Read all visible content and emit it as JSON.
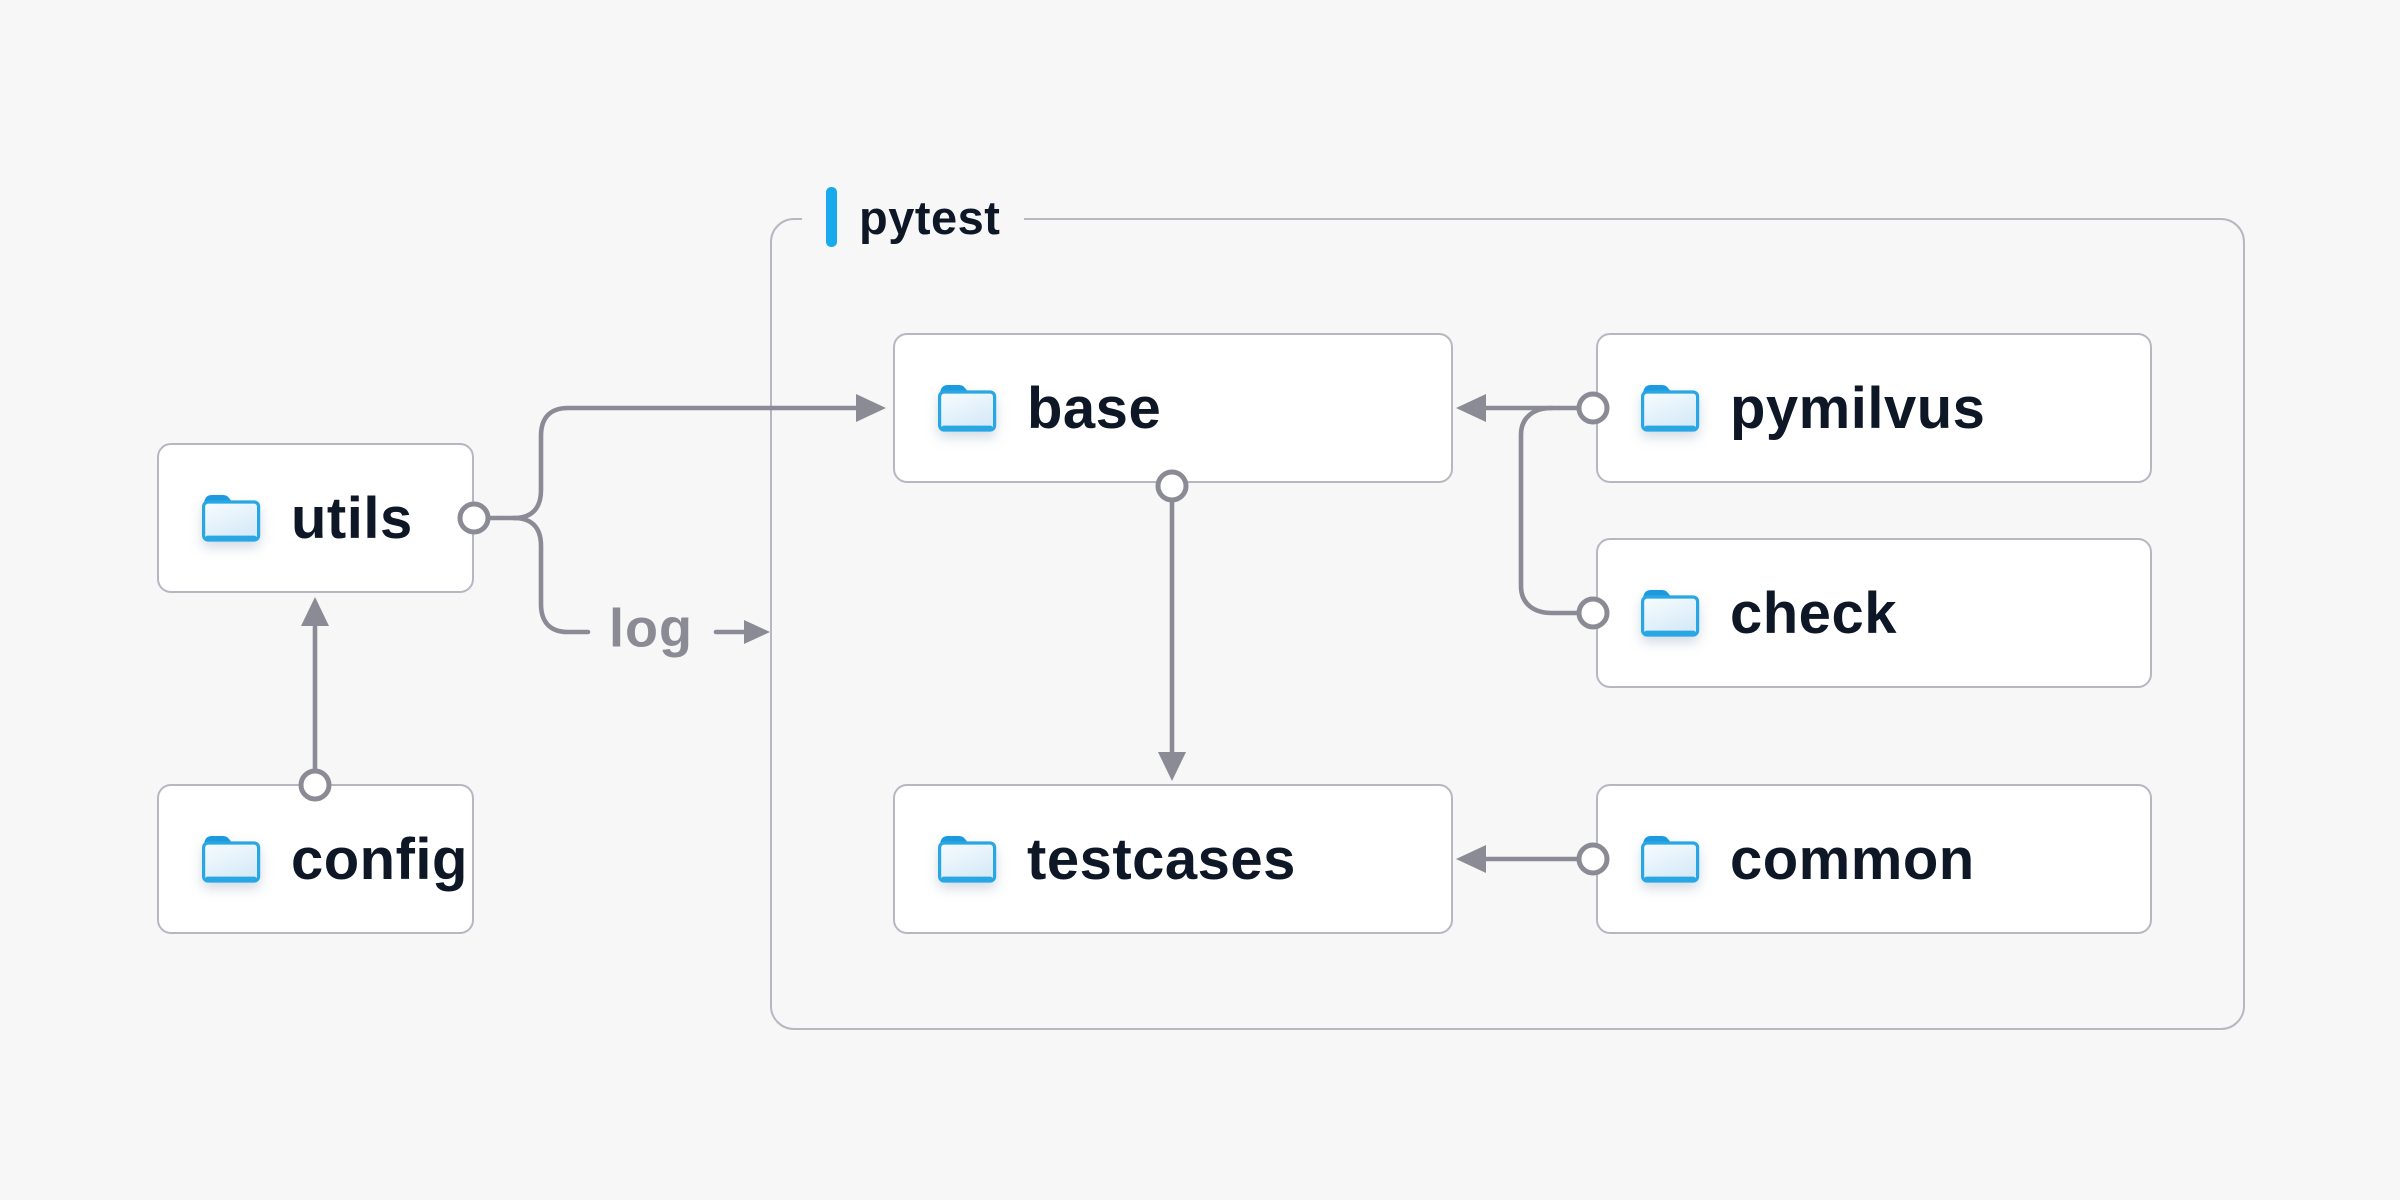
{
  "group": {
    "label": "pytest",
    "accent_color": "#19aaec"
  },
  "nodes": {
    "utils": {
      "label": "utils",
      "icon": "folder-icon",
      "inside_group": false
    },
    "config": {
      "label": "config",
      "icon": "folder-icon",
      "inside_group": false
    },
    "base": {
      "label": "base",
      "icon": "folder-icon",
      "inside_group": true
    },
    "pymilvus": {
      "label": "pymilvus",
      "icon": "folder-icon",
      "inside_group": true
    },
    "check": {
      "label": "check",
      "icon": "folder-icon",
      "inside_group": true
    },
    "testcases": {
      "label": "testcases",
      "icon": "folder-icon",
      "inside_group": true
    },
    "common": {
      "label": "common",
      "icon": "folder-icon",
      "inside_group": true
    }
  },
  "connections": {
    "log_label": "log",
    "edges": [
      {
        "from": "config",
        "to": "utils",
        "style": "arrow"
      },
      {
        "from": "utils",
        "to": "base",
        "style": "arrow"
      },
      {
        "from": "utils",
        "to": "log -> pytest",
        "style": "labeled-arrow"
      },
      {
        "from": "pymilvus",
        "to": "base",
        "style": "arrow"
      },
      {
        "from": "check",
        "to": "base",
        "style": "arrow-merged"
      },
      {
        "from": "base",
        "to": "testcases",
        "style": "arrow"
      },
      {
        "from": "common",
        "to": "testcases",
        "style": "arrow"
      }
    ]
  },
  "colors": {
    "background": "#f7f7f8",
    "node_fill": "#ffffff",
    "node_border": "#b7b7c2",
    "wire": "#8b8b95",
    "text_dark": "#0d1726",
    "text_gray": "#8b8b95",
    "accent_blue": "#19aaec",
    "folder_blue": "#29a7e4"
  }
}
